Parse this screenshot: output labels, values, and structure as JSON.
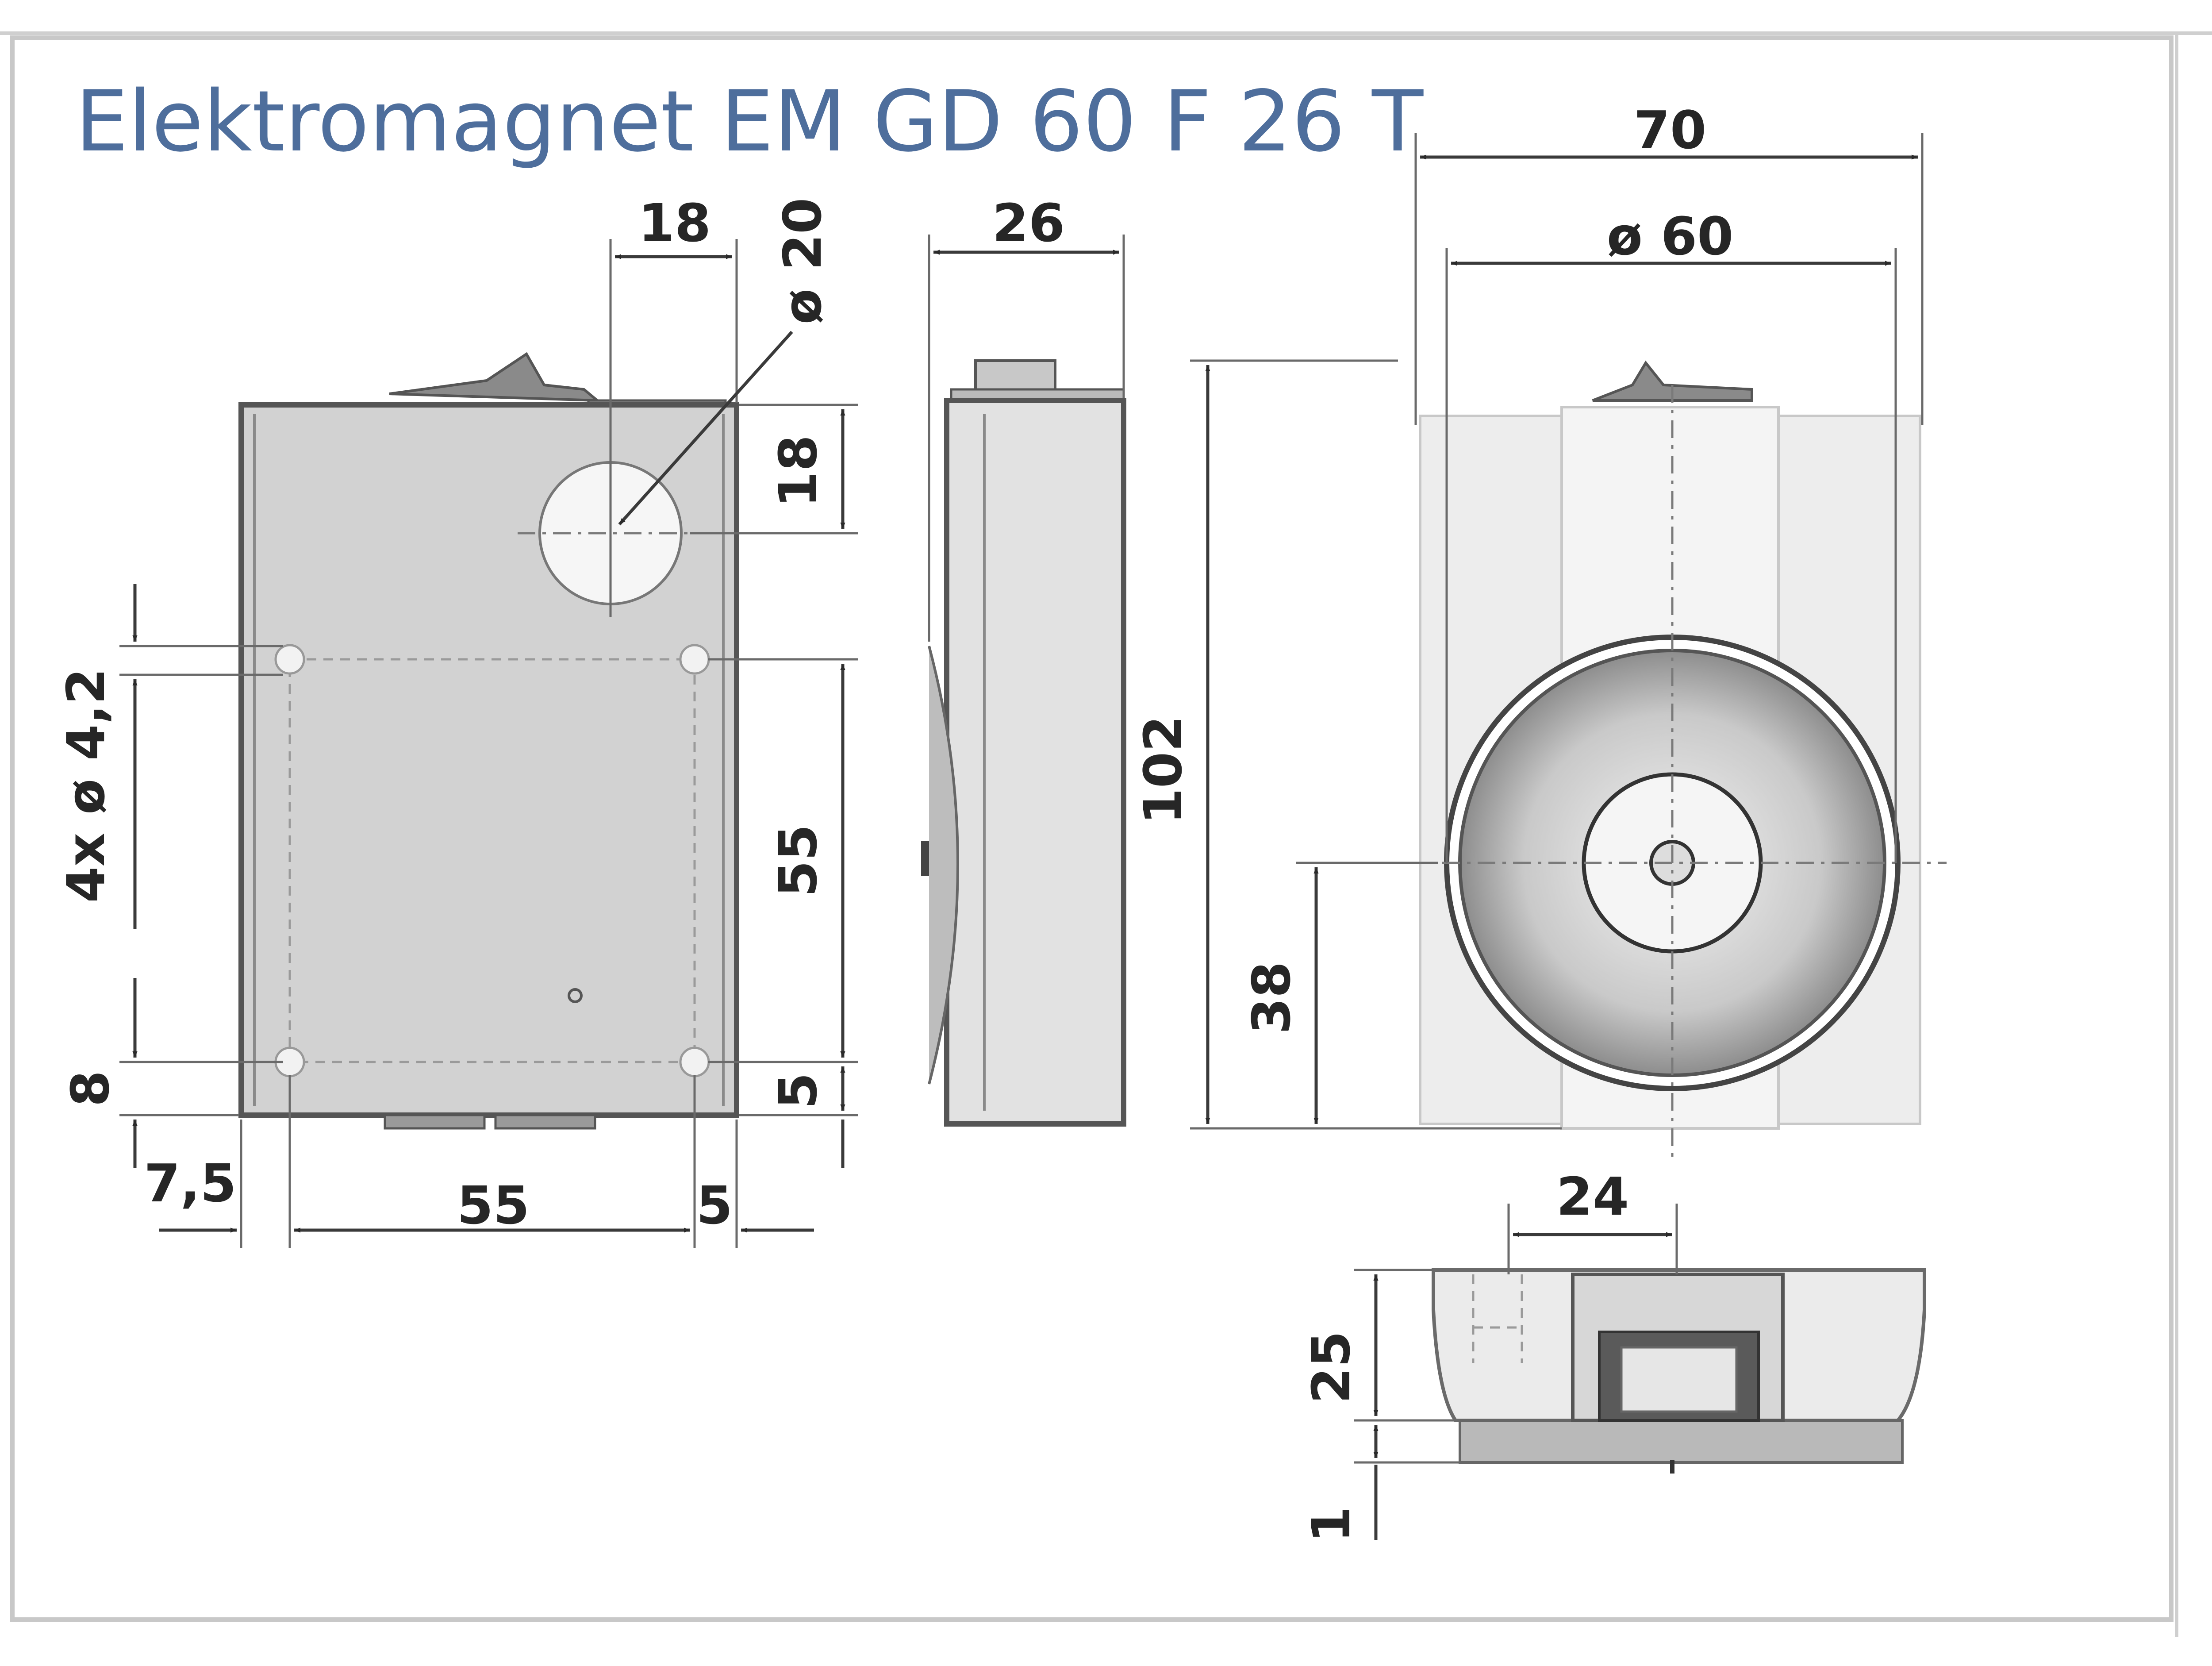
{
  "title": "Elektromagnet EM GD 60 F 26 T",
  "colors": {
    "title": "#4e6e9c",
    "frame": "#c8c8c8",
    "body_fill": "#d4d4d4",
    "light_fill": "#ececec",
    "line": "#555555"
  },
  "dimensions": {
    "front_top_width": "18",
    "front_hole_diameter": "ø 20",
    "front_hole_offset": "18",
    "front_mount_holes": "4x ø 4,2",
    "front_vertical_spacing": "55",
    "front_bottom_offset": "5",
    "front_left_offset": "8",
    "front_left_margin": "7,5",
    "front_horizontal_spacing": "55",
    "front_right_offset": "5",
    "side_depth": "26",
    "rear_outer_width": "70",
    "rear_plate_diameter": "ø 60",
    "rear_height": "102",
    "rear_center_height": "38",
    "bottom_window_width": "24",
    "bottom_height": "25",
    "bottom_plate_thickness": "1"
  }
}
